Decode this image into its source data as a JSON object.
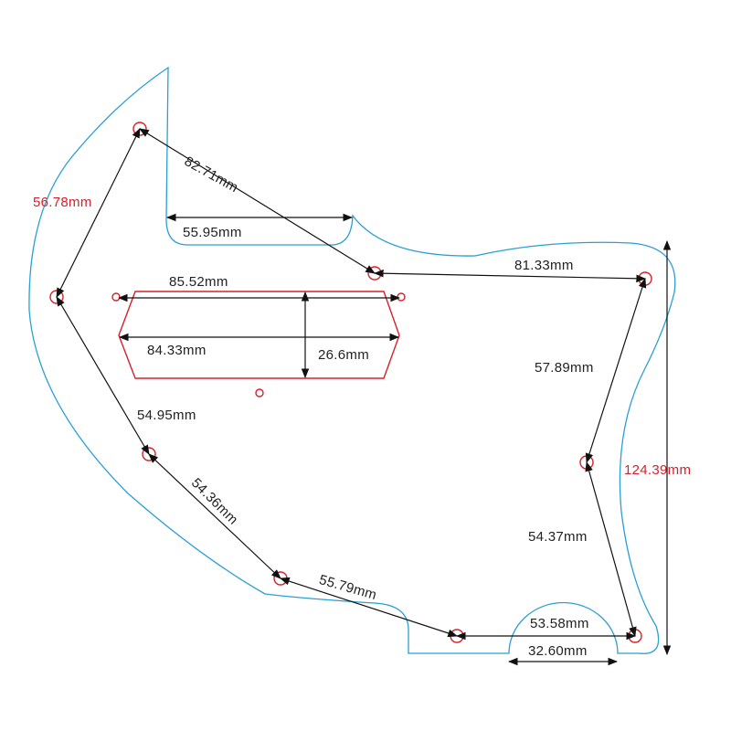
{
  "colors": {
    "outline": "#2a9fd6",
    "holes": "#d8202a",
    "dimension": "#111111",
    "highlight_label": "#d8202a"
  },
  "labels": {
    "d_56_78": "56.78mm",
    "d_82_71": "82.71mm",
    "d_55_95": "55.95mm",
    "d_85_52": "85.52mm",
    "d_84_33": "84.33mm",
    "d_26_6": "26.6mm",
    "d_54_95": "54.95mm",
    "d_54_36": "54.36mm",
    "d_55_79": "55.79mm",
    "d_81_33": "81.33mm",
    "d_57_89": "57.89mm",
    "d_54_37": "54.37mm",
    "d_53_58": "53.58mm",
    "d_32_60": "32.60mm",
    "d_124_39": "124.39mm"
  }
}
